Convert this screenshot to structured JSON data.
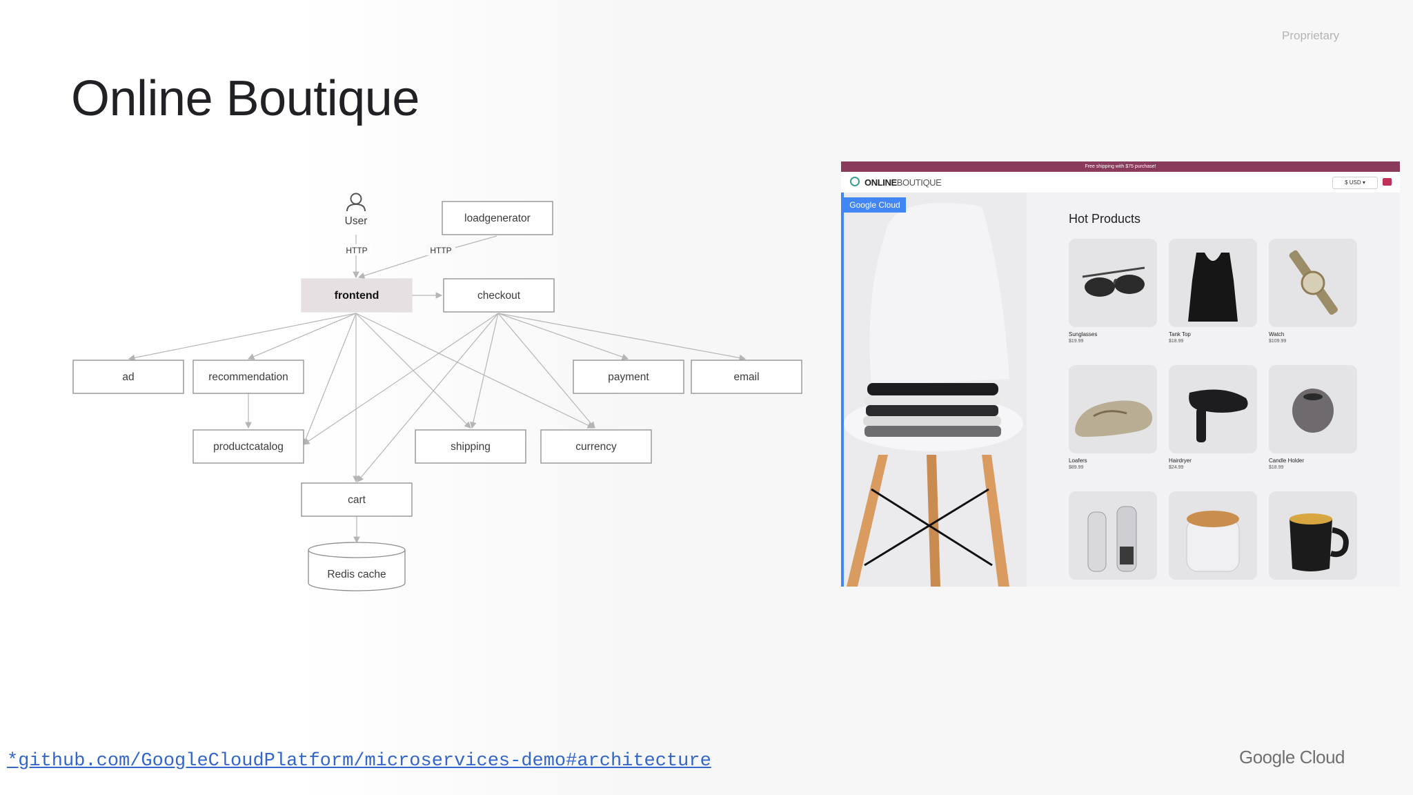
{
  "slide": {
    "proprietary": "Proprietary",
    "title": "Online Boutique",
    "footer_link": "*github.com/GoogleCloudPlatform/microservices-demo#architecture",
    "footer_brand": "Google Cloud"
  },
  "diagram": {
    "nodes": {
      "user": "User",
      "loadgenerator": "loadgenerator",
      "frontend": "frontend",
      "checkout": "checkout",
      "ad": "ad",
      "recommendation": "recommendation",
      "payment": "payment",
      "email": "email",
      "productcatalog": "productcatalog",
      "shipping": "shipping",
      "currency": "currency",
      "cart": "cart",
      "redis": "Redis cache"
    },
    "edge_labels": {
      "user_http": "HTTP",
      "load_http": "HTTP"
    }
  },
  "screenshot": {
    "banner": "Free shipping with $75 purchase!",
    "logo_bold": "ONLINE",
    "logo_light": "BOUTIQUE",
    "currency": "$  USD  ▾",
    "badge": "Google Cloud",
    "heading": "Hot Products",
    "products": [
      {
        "name": "Sunglasses",
        "price": "$19.99"
      },
      {
        "name": "Tank Top",
        "price": "$18.99"
      },
      {
        "name": "Watch",
        "price": "$109.99"
      },
      {
        "name": "Loafers",
        "price": "$89.99"
      },
      {
        "name": "Hairdryer",
        "price": "$24.99"
      },
      {
        "name": "Candle Holder",
        "price": "$18.99"
      },
      {
        "name": "",
        "price": ""
      },
      {
        "name": "",
        "price": ""
      },
      {
        "name": "",
        "price": ""
      }
    ]
  },
  "colors": {
    "banner": "#8a3a5a",
    "accent": "#4285f4",
    "frontend_fill": "#e6e0e2",
    "link": "#3366cc"
  }
}
